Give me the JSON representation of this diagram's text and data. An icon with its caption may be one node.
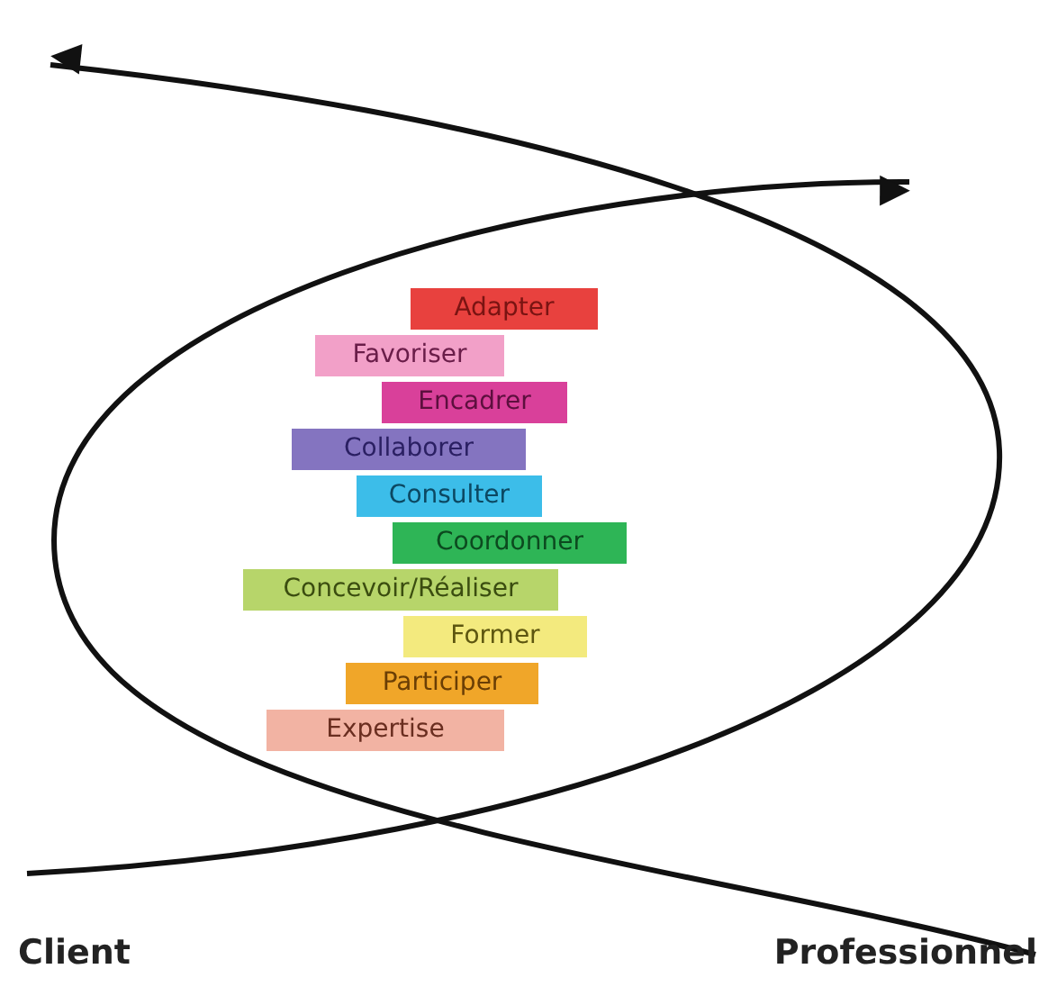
{
  "diagram": {
    "nodes": [
      {
        "text": [
          "Adapter"
        ]
      },
      {
        "text": [
          "Favoriser"
        ]
      },
      {
        "text": [
          "Encadrer"
        ]
      },
      {
        "text": [
          "Collaborer"
        ]
      },
      {
        "text": [
          "Consulter"
        ]
      },
      {
        "text": [
          "Coordonner"
        ]
      },
      {
        "text": [
          "Concevoir/Réaliser"
        ]
      },
      {
        "text": [
          "Former"
        ]
      },
      {
        "text": [
          "Participer"
        ]
      },
      {
        "text": [
          "Expertise"
        ]
      }
    ],
    "labels": [
      "Client",
      "Professionnel"
    ]
  }
}
